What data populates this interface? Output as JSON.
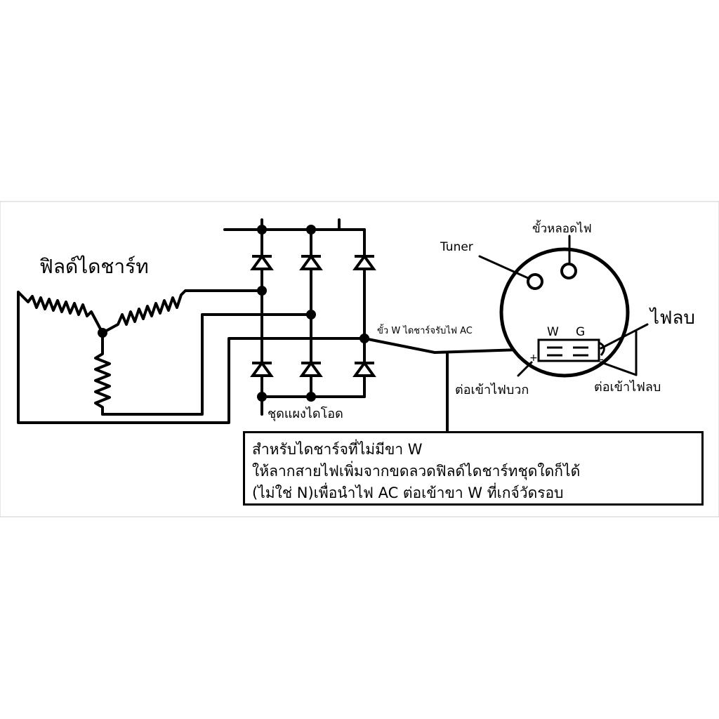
{
  "labels": {
    "field_coil_title": "ฟิลด์ไดชาร์ท",
    "diode_bank": "ชุดแผงไดโอด",
    "w_terminal_ac": "ขั้ว W ไดชาร์จรับไฟ AC",
    "tuner": "Tuner",
    "lamp_terminal": "ขั้วหลอดไฟ",
    "negative": "ไฟลบ",
    "pin_w": "W",
    "pin_g": "G",
    "plus_sign": "+",
    "minus_sign": "-",
    "connect_positive": "ต่อเข้าไฟบวก",
    "connect_negative": "ต่อเข้าไฟลบ"
  },
  "note": {
    "line1": "สำหรับไดชาร์จที่ไม่มีขา W",
    "line2": "ให้ลากสายไฟเพิ่มจากขดลวดฟิลด์ไดชาร์ทชุดใดก็ได้",
    "line3": "(ไม่ใช่ N)เพื่อนำไฟ AC ต่อเข้าขา W ที่เกจ์วัดรอบ"
  },
  "colors": {
    "line": "#000000",
    "background": "#ffffff",
    "frame": "#cfcfcf"
  }
}
